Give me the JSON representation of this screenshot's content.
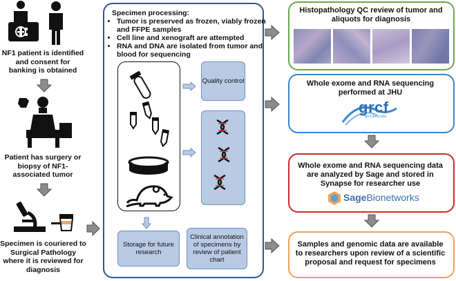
{
  "left_steps": [
    {
      "label": "NF1 patient is identified and consent for banking is obtained"
    },
    {
      "label": "Patient has surgery or biopsy of NF1-associated tumor"
    },
    {
      "label": "Specimen is couriered to Surgical Pathology where it is reviewed for diagnosis"
    }
  ],
  "specimen": {
    "title": "Specimen processing:",
    "bullets": [
      "Tumor is preserved as frozen, viably frozen and FFPE samples",
      "Cell line and xenograft are attempted",
      "RNA and DNA are isolated from tumor and blood for sequencing"
    ],
    "quality_label": "Quality control",
    "storage_label": "Storage for future research",
    "clinical_label": "Clinical annotation of specimens by review of patient chart"
  },
  "right_panels": [
    {
      "title": "Histopathology QC review of tumor and aliquots for diagnosis",
      "color": "#6aa84f"
    },
    {
      "title": "Whole exome and RNA sequencing performed at JHU",
      "color": "#3d85c6"
    },
    {
      "title": "Whole exome and RNA sequencing data are analyzed by Sage and stored in Synapse for researcher use",
      "color": "#cc2a2a"
    },
    {
      "title": "Samples and genomic data are available to researchers upon review of a scientific proposal and request for specimens",
      "color": "#f0a15a"
    }
  ],
  "logos": {
    "grcf": "grcf",
    "grcf_sub": "grcf.jhmi.edu",
    "sage_a": "Sage",
    "sage_b": "Bionetworks"
  },
  "colors": {
    "specimen_border": "#2e5597",
    "subbox_fill": "#b9cbe4",
    "arrow_gray": "#8c8c8c"
  }
}
